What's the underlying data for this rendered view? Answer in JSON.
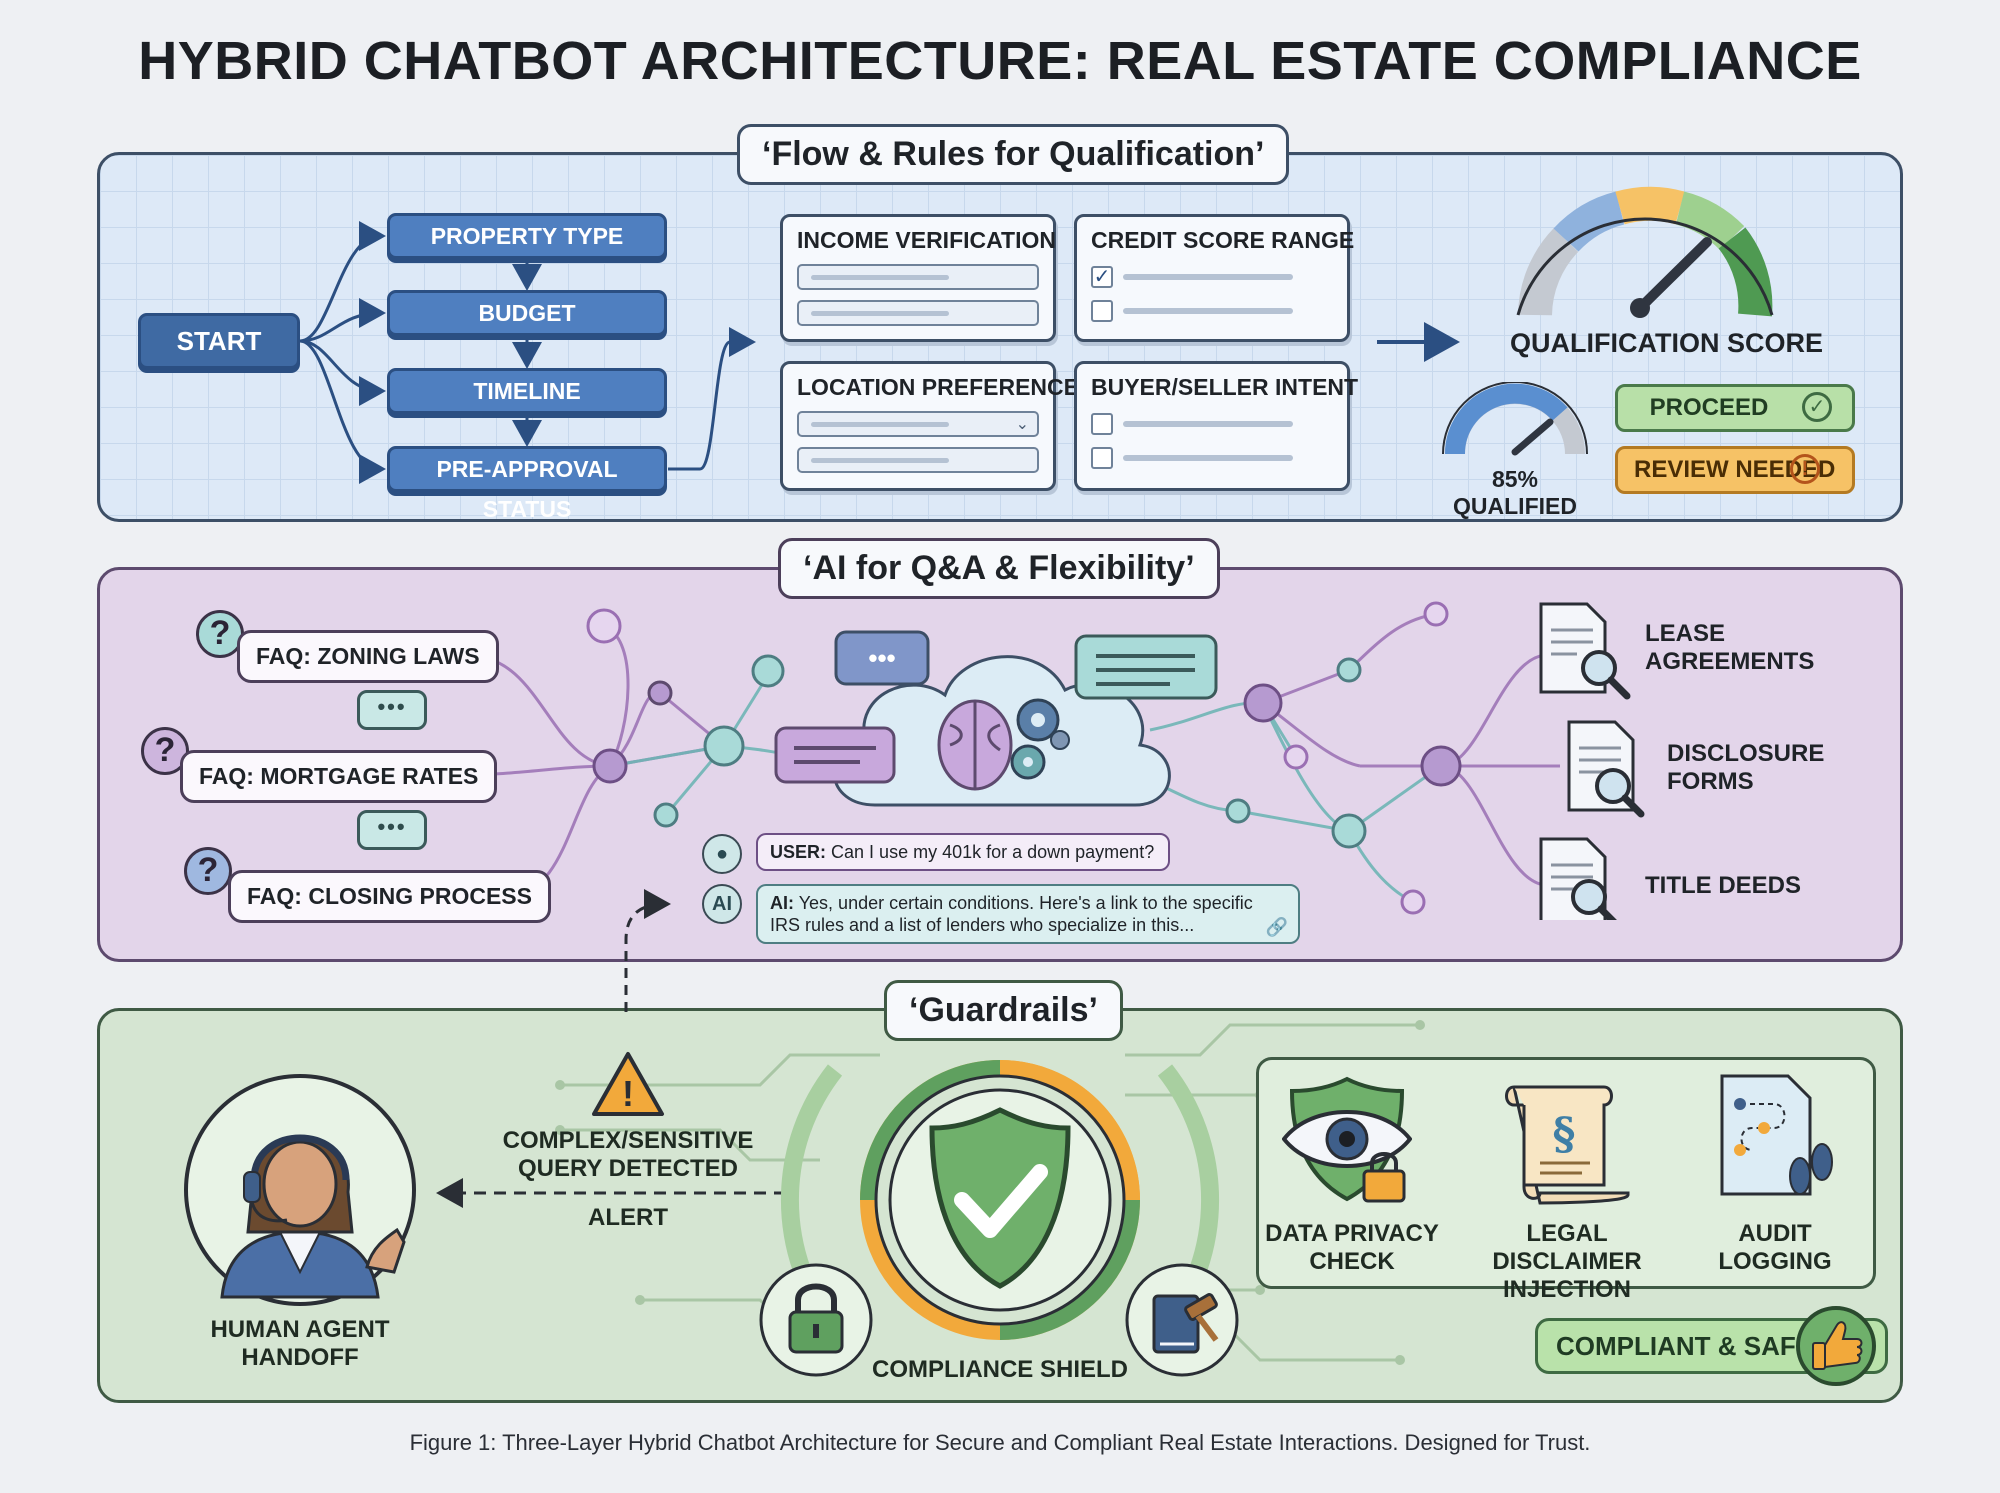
{
  "title": "HYBRID CHATBOT ARCHITECTURE: REAL ESTATE COMPLIANCE",
  "flow": {
    "heading": "‘Flow & Rules for Qualification’",
    "start": "START",
    "steps": [
      "PROPERTY TYPE",
      "BUDGET",
      "TIMELINE",
      "PRE-APPROVAL STATUS"
    ],
    "cards": {
      "income": "INCOME VERIFICATION",
      "credit": "CREDIT SCORE RANGE",
      "location": "LOCATION PREFERENCE",
      "intent": "BUYER/SELLER INTENT"
    },
    "score_label": "QUALIFICATION SCORE",
    "qualified_percent": 85,
    "qualified_label": "85% QUALIFIED",
    "proceed": "PROCEED",
    "review": "REVIEW NEEDED"
  },
  "ai": {
    "heading": "‘AI for Q&A & Flexibility’",
    "faqs": [
      "FAQ: ZONING LAWS",
      "FAQ: MORTGAGE RATES",
      "FAQ: CLOSING PROCESS"
    ],
    "docs": [
      "LEASE AGREEMENTS",
      "DISCLOSURE FORMS",
      "TITLE DEEDS"
    ],
    "user_prefix": "USER:",
    "user_msg": "Can I use my 401k for a down payment?",
    "ai_avatar": "AI",
    "ai_prefix": "AI:",
    "ai_msg": "Yes, under certain conditions. Here's a link to the specific IRS rules and a list of lenders who specialize in this..."
  },
  "guard": {
    "heading": "‘Guardrails’",
    "alert_title": "COMPLEX/SENSITIVE QUERY DETECTED",
    "alert": "ALERT",
    "handoff": "HUMAN AGENT HANDOFF",
    "shield": "COMPLIANCE SHIELD",
    "checks": [
      "DATA PRIVACY CHECK",
      "LEGAL DISCLAIMER INJECTION",
      "AUDIT LOGGING"
    ],
    "badge": "COMPLIANT & SAFE"
  },
  "caption": "Figure 1: Three-Layer Hybrid Chatbot Architecture for Secure and Compliant Real Estate Interactions. Designed for Trust.",
  "colors": {
    "flow_blue": "#4f7fc0",
    "ai_purple": "#9a6fb3",
    "ai_teal": "#6fb5b5",
    "guard_green": "#5fa05f",
    "warning": "#f2a93b"
  }
}
